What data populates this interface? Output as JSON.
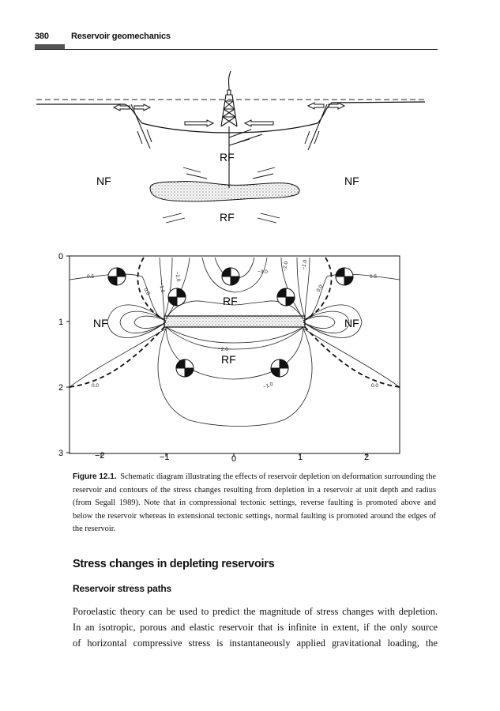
{
  "header": {
    "page_number": "380",
    "running_title": "Reservoir geomechanics"
  },
  "figure": {
    "top_labels": {
      "rf_upper": "RF",
      "nf_left": "NF",
      "nf_right": "NF",
      "rf_lower": "RF"
    },
    "bottom_labels": {
      "rf_upper": "RF",
      "nf_left": "NF",
      "nf_right": "NF",
      "rf_lower": "RF"
    },
    "y_ticks": [
      "0",
      "1",
      "2",
      "3"
    ],
    "x_ticks": [
      "−2",
      "−1",
      "0",
      "1",
      "2"
    ],
    "contour_labels": [
      "0.5",
      "0.5",
      "−1.0",
      "−2.0",
      "−3.0",
      "−2.0",
      "−1.0",
      "0.0",
      "0.0",
      "−2.0",
      "−1.0",
      "0.0",
      "0.0"
    ]
  },
  "caption": {
    "label": "Figure 12.1.",
    "text": "Schematic diagram illustrating the effects of reservoir depletion on deformation surrounding the reservoir and contours of the stress changes resulting from depletion in a reservoir at unit depth and radius (from Segall 1989). Note that in compressional tectonic settings, reverse faulting is promoted above and below the reservoir whereas in extensional tectonic settings, normal faulting is promoted around the edges of the reservoir."
  },
  "section_heading": "Stress changes in depleting reservoirs",
  "subsection_heading": "Reservoir stress paths",
  "body": {
    "line1": "Poroelastic theory can be used to predict the magnitude of stress changes with depletion.",
    "line2": "In an isotropic, porous and elastic reservoir that is infinite in extent, if the only source",
    "line3": "of horizontal compressive stress is instantaneously applied gravitational loading, the"
  }
}
